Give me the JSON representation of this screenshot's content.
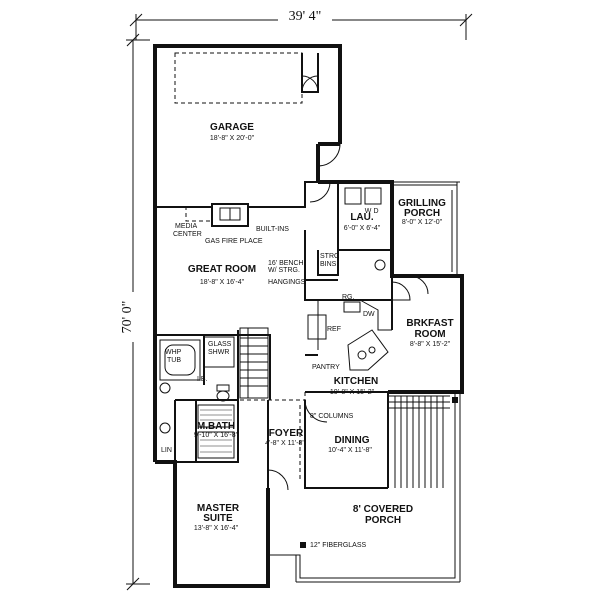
{
  "dimensions": {
    "width_label": "39' 4\"",
    "depth_label": "70' 0\""
  },
  "rooms": {
    "garage": {
      "name": "GARAGE",
      "size": "18'-8\" X 20'-0\""
    },
    "laundry": {
      "name": "LAU.",
      "size": "6'-0\" X 6'-4\""
    },
    "grilling_porch": {
      "name_line1": "GRILLING",
      "name_line2": "PORCH",
      "size": "8'-0\" X 12'-0\""
    },
    "great_room": {
      "name": "GREAT ROOM",
      "size": "18'-8\" X 16'-4\""
    },
    "breakfast": {
      "name_line1": "BRKFAST",
      "name_line2": "ROOM",
      "size": "8'-8\" X 15'-2\""
    },
    "kitchen": {
      "name": "KITCHEN",
      "size": "10'-8\" X 15'-2\""
    },
    "m_bath": {
      "name": "M.BATH",
      "size": "9'-10\" X 16'-8\""
    },
    "foyer": {
      "name": "FOYER",
      "size": "4'-8\" X 11'-8\""
    },
    "dining": {
      "name": "DINING",
      "size": "10'-4\" X 11'-8\""
    },
    "master_suite": {
      "name_line1": "MASTER",
      "name_line2": "SUITE",
      "size": "13'-8\" X 16'-4\""
    },
    "covered_porch": {
      "name_line1": "8' COVERED",
      "name_line2": "PORCH"
    }
  },
  "labels": {
    "media_center_1": "MEDIA",
    "media_center_2": "CENTER",
    "gas_fire_place": "GAS FIRE PLACE",
    "built_ins": "BUILT-INS",
    "bench_1": "16' BENCH",
    "bench_2": "W/ STRG.",
    "hangings": "HANGINGS",
    "strg_1": "STRG",
    "strg_2": "BINS",
    "rg": "RG.",
    "dw": "DW",
    "ref": "REF",
    "pantry": "PANTRY",
    "columns": "8\" COLUMNS",
    "whp_1": "WHP",
    "whp_2": "TUB",
    "glass_1": "GLASS",
    "glass_2": "SHWR",
    "lb": "I.B.",
    "lin": "LIN",
    "washer": "W",
    "dryer": "D",
    "fiberglass": "12\" FIBERGLASS"
  }
}
